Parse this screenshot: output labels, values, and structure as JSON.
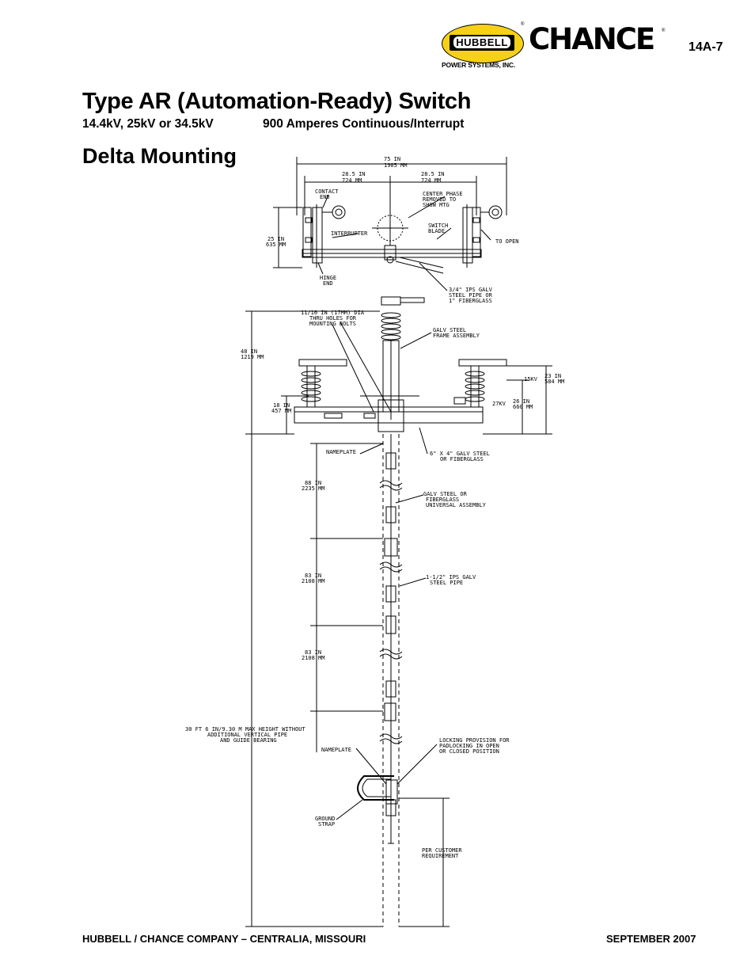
{
  "header": {
    "brand_hubbell": "HUBBELL",
    "brand_sub": "POWER SYSTEMS, INC.",
    "brand_chance": "CHANCE",
    "registered": "®",
    "page_number": "14A-7"
  },
  "title": "Type AR (Automation-Ready) Switch",
  "subtitle_voltage": "14.4kV, 25kV or 34.5kV",
  "subtitle_current": "900 Amperes Continuous/Interrupt",
  "section_title": "Delta Mounting",
  "drawing_labels": {
    "dim_75": "75 IN",
    "dim_75_mm": "1905 MM",
    "dim_28_l": "28.5 IN",
    "dim_28_l_mm": "724 MM",
    "dim_28_r": "28.5 IN",
    "dim_28_r_mm": "724 MM",
    "contact_end_1": "CONTACT",
    "contact_end_2": "END",
    "center_phase_1": "CENTER PHASE",
    "center_phase_2": "REMOVED TO",
    "center_phase_3": "SHOW MTG",
    "switch_blade_1": "SWITCH",
    "switch_blade_2": "BLADE",
    "to_open": "TO OPEN",
    "interrupter": "INTERRUPTER",
    "dim_25": "25 IN",
    "dim_25_mm": "635 MM",
    "hinge_end_1": "HINGE",
    "hinge_end_2": "END",
    "pipe_1": "3/4\" IPS GALV",
    "pipe_2": "STEEL PIPE OR",
    "pipe_3": "1\" FIBERGLASS",
    "holes_1": "11/16 IN (17MM) DIA",
    "holes_2": "THRU HOLES FOR",
    "holes_3": "MOUNTING BOLTS",
    "frame_1": "GALV STEEL",
    "frame_2": "FRAME ASSEMBLY",
    "dim_48": "48 IN",
    "dim_48_mm": "1219 MM",
    "kv15": "15KV",
    "dim_23": "23 IN",
    "dim_23_mm": "584 MM",
    "kv27": "27KV",
    "dim_26": "26 IN",
    "dim_26_mm": "660 MM",
    "dim_18": "18 IN",
    "dim_18_mm": "457 MM",
    "nameplate_1": "NAMEPLATE",
    "channel_1": "6\" X 4\" GALV STEEL",
    "channel_2": "OR FIBERGLASS",
    "dim_88": "88 IN",
    "dim_88_mm": "2235 MM",
    "universal_1": "GALV STEEL OR",
    "universal_2": "FIBERGLASS",
    "universal_3": "UNIVERSAL ASSEMBLY",
    "dim_83a": "83 IN",
    "dim_83a_mm": "2108 MM",
    "pipe15_1": "1-1/2\" IPS GALV",
    "pipe15_2": "STEEL PIPE",
    "dim_83b": "83 IN",
    "dim_83b_mm": "2108 MM",
    "max_1": "30 FT 6 IN/9.30 M MAX HEIGHT WITHOUT",
    "max_2": "ADDITIONAL VERTICAL PIPE",
    "max_3": "AND GUIDE BEARING",
    "nameplate_2": "NAMEPLATE",
    "lock_1": "LOCKING PROVISION FOR",
    "lock_2": "PADLOCKING IN OPEN",
    "lock_3": "OR CLOSED POSITION",
    "ground_1": "GROUND",
    "ground_2": "STRAP",
    "cust_1": "PER CUSTOMER",
    "cust_2": "REQUIREMENT"
  },
  "footer_left": "HUBBELL / CHANCE COMPANY – CENTRALIA, MISSOURI",
  "footer_right": "SEPTEMBER 2007"
}
